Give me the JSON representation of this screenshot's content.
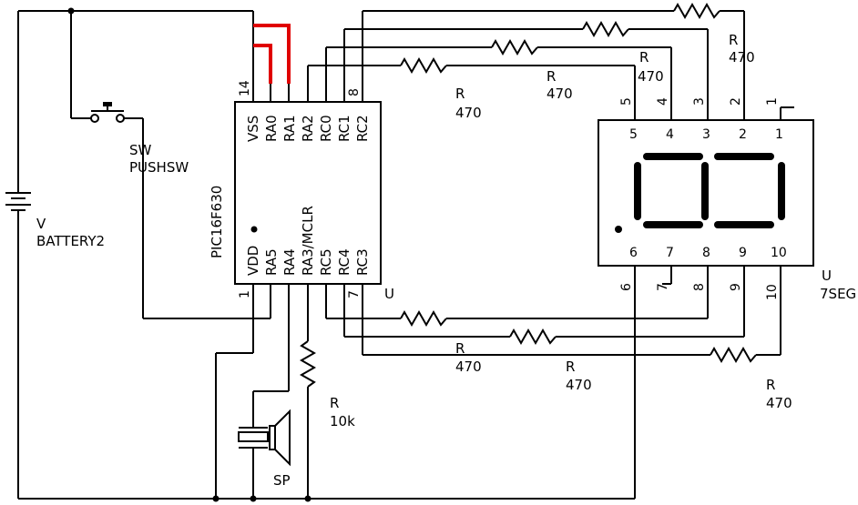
{
  "mcu": {
    "part": "PIC16F630",
    "ref": "U",
    "pins_top": [
      "VSS",
      "RA0",
      "RA1",
      "RA2",
      "RC0",
      "RC1",
      "RC2"
    ],
    "pins_bottom": [
      "VDD",
      "RA5",
      "RA4",
      "RA3/MCLR",
      "RC5",
      "RC4",
      "RC3"
    ],
    "num_14": "14",
    "num_8": "8",
    "num_1": "1",
    "num_7": "7"
  },
  "switch": {
    "ref": "SW",
    "value": "PUSHSW"
  },
  "battery": {
    "ref": "V",
    "value": "BATTERY2"
  },
  "speaker": {
    "ref": "SP"
  },
  "pullup": {
    "ref": "R",
    "value": "10k"
  },
  "display": {
    "ref": "U",
    "value": "7SEG",
    "pins_top": [
      "5",
      "4",
      "3",
      "2",
      "1"
    ],
    "pins_bottom": [
      "6",
      "7",
      "8",
      "9",
      "10"
    ],
    "wire_top": [
      "5",
      "4",
      "3",
      "2",
      "1"
    ],
    "wire_bottom": [
      "6",
      "7",
      "8",
      "9",
      "10"
    ]
  },
  "resistors": {
    "ref": "R",
    "value": "470"
  }
}
